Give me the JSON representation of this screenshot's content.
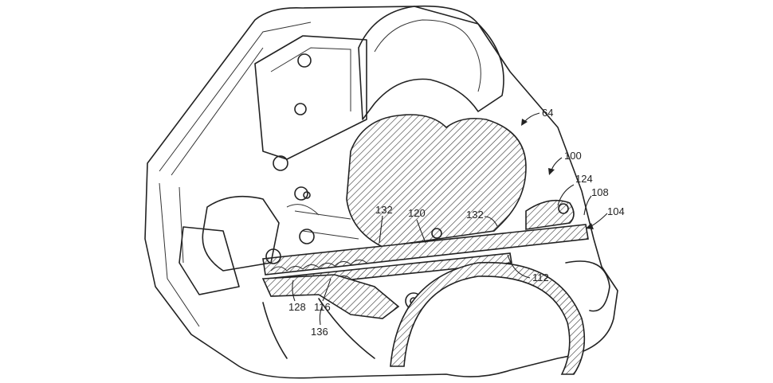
{
  "figure": {
    "labels": {
      "l64": "64",
      "l100": "100",
      "l124": "124",
      "l108": "108",
      "l104": "104",
      "l132a": "132",
      "l120": "120",
      "l132b": "132",
      "l112": "112",
      "l128": "128",
      "l116": "116",
      "l136": "136"
    }
  }
}
